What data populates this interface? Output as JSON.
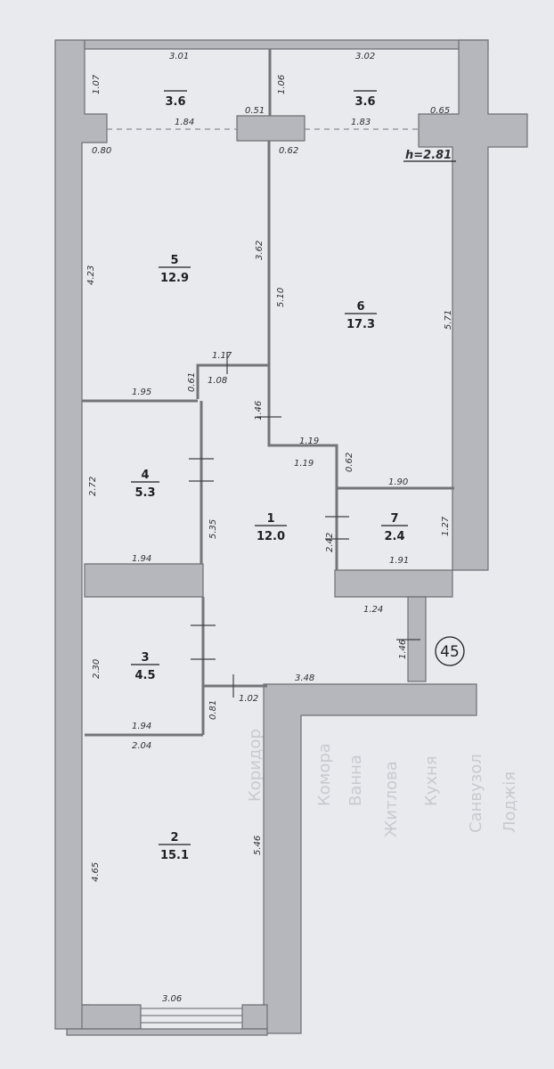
{
  "rooms": [
    {
      "number": "",
      "area": "3.6"
    },
    {
      "number": "",
      "area": "3.6"
    },
    {
      "number": "5",
      "area": "12.9"
    },
    {
      "number": "6",
      "area": "17.3"
    },
    {
      "number": "4",
      "area": "5.3"
    },
    {
      "number": "1",
      "area": "12.0"
    },
    {
      "number": "7",
      "area": "2.4"
    },
    {
      "number": "3",
      "area": "4.5"
    },
    {
      "number": "2",
      "area": "15.1"
    }
  ],
  "dimensions": [
    "3.01",
    "3.02",
    "1.07",
    "1.06",
    "1.84",
    "0.51",
    "1.83",
    "0.65",
    "0.80",
    "0.62",
    "4.23",
    "3.62",
    "5.10",
    "5.71",
    "1.17",
    "0.61",
    "1.08",
    "1.95",
    "1.46",
    "1.19",
    "1.19",
    "0.62",
    "1.90",
    "2.72",
    "5.35",
    "2.42",
    "1.27",
    "1.94",
    "1.91",
    "1.24",
    "1.46",
    "2.30",
    "0.81",
    "1.02",
    "3.48",
    "1.94",
    "2.04",
    "4.65",
    "5.46",
    "3.06"
  ],
  "ceiling_height": "h=2.81",
  "apartment_number": "45",
  "background_text": [
    "Коридор",
    "Комора",
    "Ванна",
    "Житлова",
    "Кухня",
    "Санвузол",
    "Лоджія"
  ]
}
